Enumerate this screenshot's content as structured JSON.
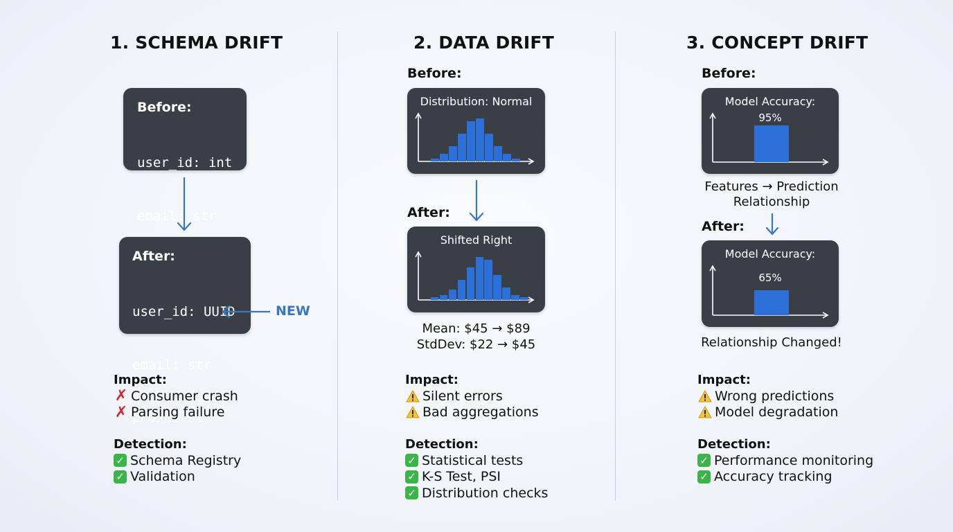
{
  "colors": {
    "accent": "#3b76c0",
    "bar": "#2d6fd8",
    "box": "#3a3f46",
    "check": "#3bb54a",
    "cross": "#d4262f",
    "warn": "#f4c430"
  },
  "schema": {
    "title": "1. SCHEMA DRIFT",
    "before_label": "Before:",
    "before_lines": [
      "user_id: int",
      "email: str"
    ],
    "after_label": "After:",
    "after_lines": [
      "user_id: UUID",
      "email: str",
      "phone: str"
    ],
    "new_label": "NEW",
    "impact_label": "Impact:",
    "impact_items": [
      {
        "icon": "cross-icon",
        "text": "Consumer crash"
      },
      {
        "icon": "cross-icon",
        "text": "Parsing failure"
      }
    ],
    "detection_label": "Detection:",
    "detection_items": [
      {
        "icon": "check-icon",
        "text": "Schema Registry"
      },
      {
        "icon": "check-icon",
        "text": "Validation"
      }
    ]
  },
  "data": {
    "title": "2. DATA DRIFT",
    "before_label": "Before:",
    "before_chart_title": "Distribution: Normal",
    "after_label": "After:",
    "after_chart_title": "Shifted Right",
    "before_hist": [
      1,
      3,
      6,
      11,
      16,
      17,
      11,
      6,
      3,
      1
    ],
    "after_hist": [
      1,
      2,
      4,
      8,
      13,
      17,
      16,
      10,
      5,
      2,
      1
    ],
    "mean_line": "Mean: $45 → $89",
    "std_line": "StdDev: $22 → $45",
    "impact_label": "Impact:",
    "impact_items": [
      {
        "icon": "warning-icon",
        "text": "Silent errors"
      },
      {
        "icon": "warning-icon",
        "text": "Bad aggregations"
      }
    ],
    "detection_label": "Detection:",
    "detection_items": [
      {
        "icon": "check-icon",
        "text": "Statistical tests"
      },
      {
        "icon": "check-icon",
        "text": "K-S Test, PSI"
      },
      {
        "icon": "check-icon",
        "text": "Distribution checks"
      }
    ]
  },
  "concept": {
    "title": "3. CONCEPT DRIFT",
    "before_label": "Before:",
    "before_chart_title": "Model Accuracy:",
    "before_value": "95%",
    "before_accuracy": 0.95,
    "relationship_lines": [
      "Features → Prediction",
      "Relationship"
    ],
    "after_label": "After:",
    "after_chart_title": "Model Accuracy:",
    "after_value": "65%",
    "after_accuracy": 0.65,
    "changed_text": "Relationship Changed!",
    "impact_label": "Impact:",
    "impact_items": [
      {
        "icon": "warning-icon",
        "text": "Wrong predictions"
      },
      {
        "icon": "warning-icon",
        "text": "Model degradation"
      }
    ],
    "detection_label": "Detection:",
    "detection_items": [
      {
        "icon": "check-icon",
        "text": "Performance monitoring"
      },
      {
        "icon": "check-icon",
        "text": "Accuracy tracking"
      }
    ]
  }
}
